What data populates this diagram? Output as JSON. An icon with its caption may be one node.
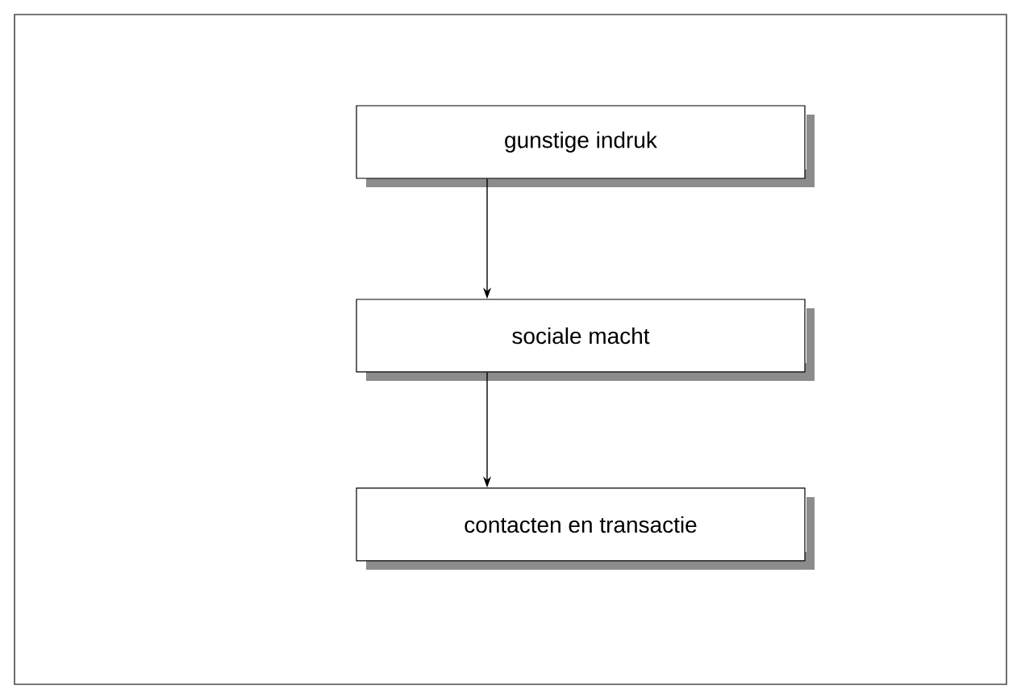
{
  "diagram": {
    "nodes": [
      {
        "text": [
          "gunstige indruk"
        ]
      },
      {
        "text": [
          "sociale macht"
        ]
      },
      {
        "text": [
          "contacten en transactie"
        ]
      }
    ],
    "edges": [
      {
        "from": 0,
        "to": 1,
        "arrow": "to"
      },
      {
        "from": 1,
        "to": 2,
        "arrow": "to"
      }
    ]
  }
}
